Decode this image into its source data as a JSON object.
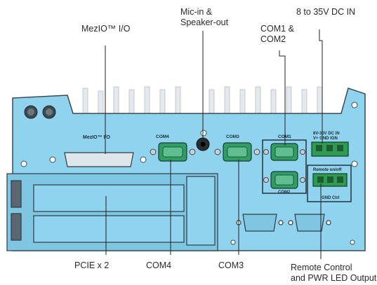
{
  "callouts": {
    "mezio": "MezIO™ I/O",
    "mic_line1": "Mic-in &",
    "mic_line2": "Speaker-out",
    "com12_line1": "COM1  &",
    "com12_line2": "COM2",
    "dcin": "8 to 35V  DC IN",
    "pcie": "PCIE x 2",
    "com4": "COM4",
    "com3": "COM3",
    "remote_line1": "Remote Control",
    "remote_line2": "and PWR LED Output"
  },
  "panel_labels": {
    "mezio": "MezIO™ I/O",
    "com4": "COM4",
    "com3": "COM3",
    "com1": "COM1",
    "com2": "COM2",
    "dcin_line1": "8V-35V DC IN",
    "dcin_line2": "V+  GND  IGN",
    "remote_line1": "Remote on/off",
    "remote_line2": "GND  Ctrl"
  },
  "colors": {
    "chassis": "#8fd3ee",
    "chassis_outline": "#3a4a55",
    "fins": "#e3e7ea",
    "connector_green": "#2f9e66",
    "terminal_green": "#2e9a52",
    "leader": "#222222"
  }
}
